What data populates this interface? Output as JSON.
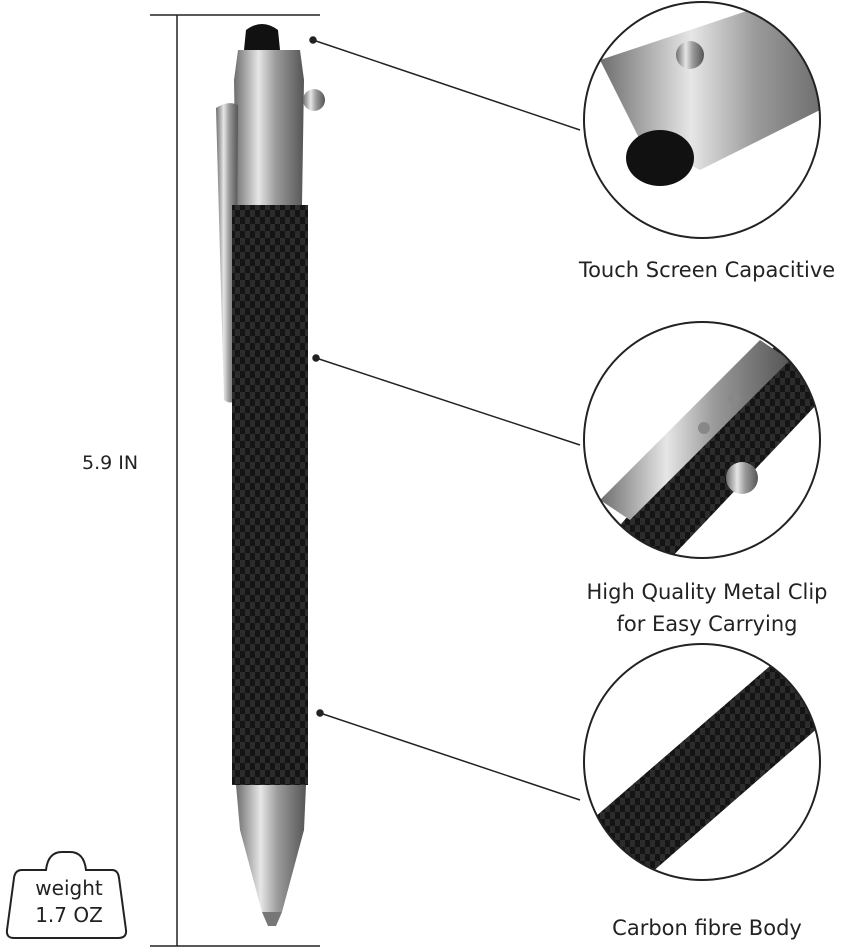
{
  "dimension": {
    "length": "5.9 IN"
  },
  "weight": {
    "label": "weight",
    "value": "1.7 OZ"
  },
  "features": [
    {
      "label": "Touch Screen Capacitive"
    },
    {
      "label": "High Quality Metal Clip",
      "label2": "for Easy Carrying"
    },
    {
      "label": "Carbon fibre Body"
    }
  ],
  "colors": {
    "carbon": "#1a1a1a",
    "metal": "#a8a8a8",
    "line": "#222222"
  }
}
